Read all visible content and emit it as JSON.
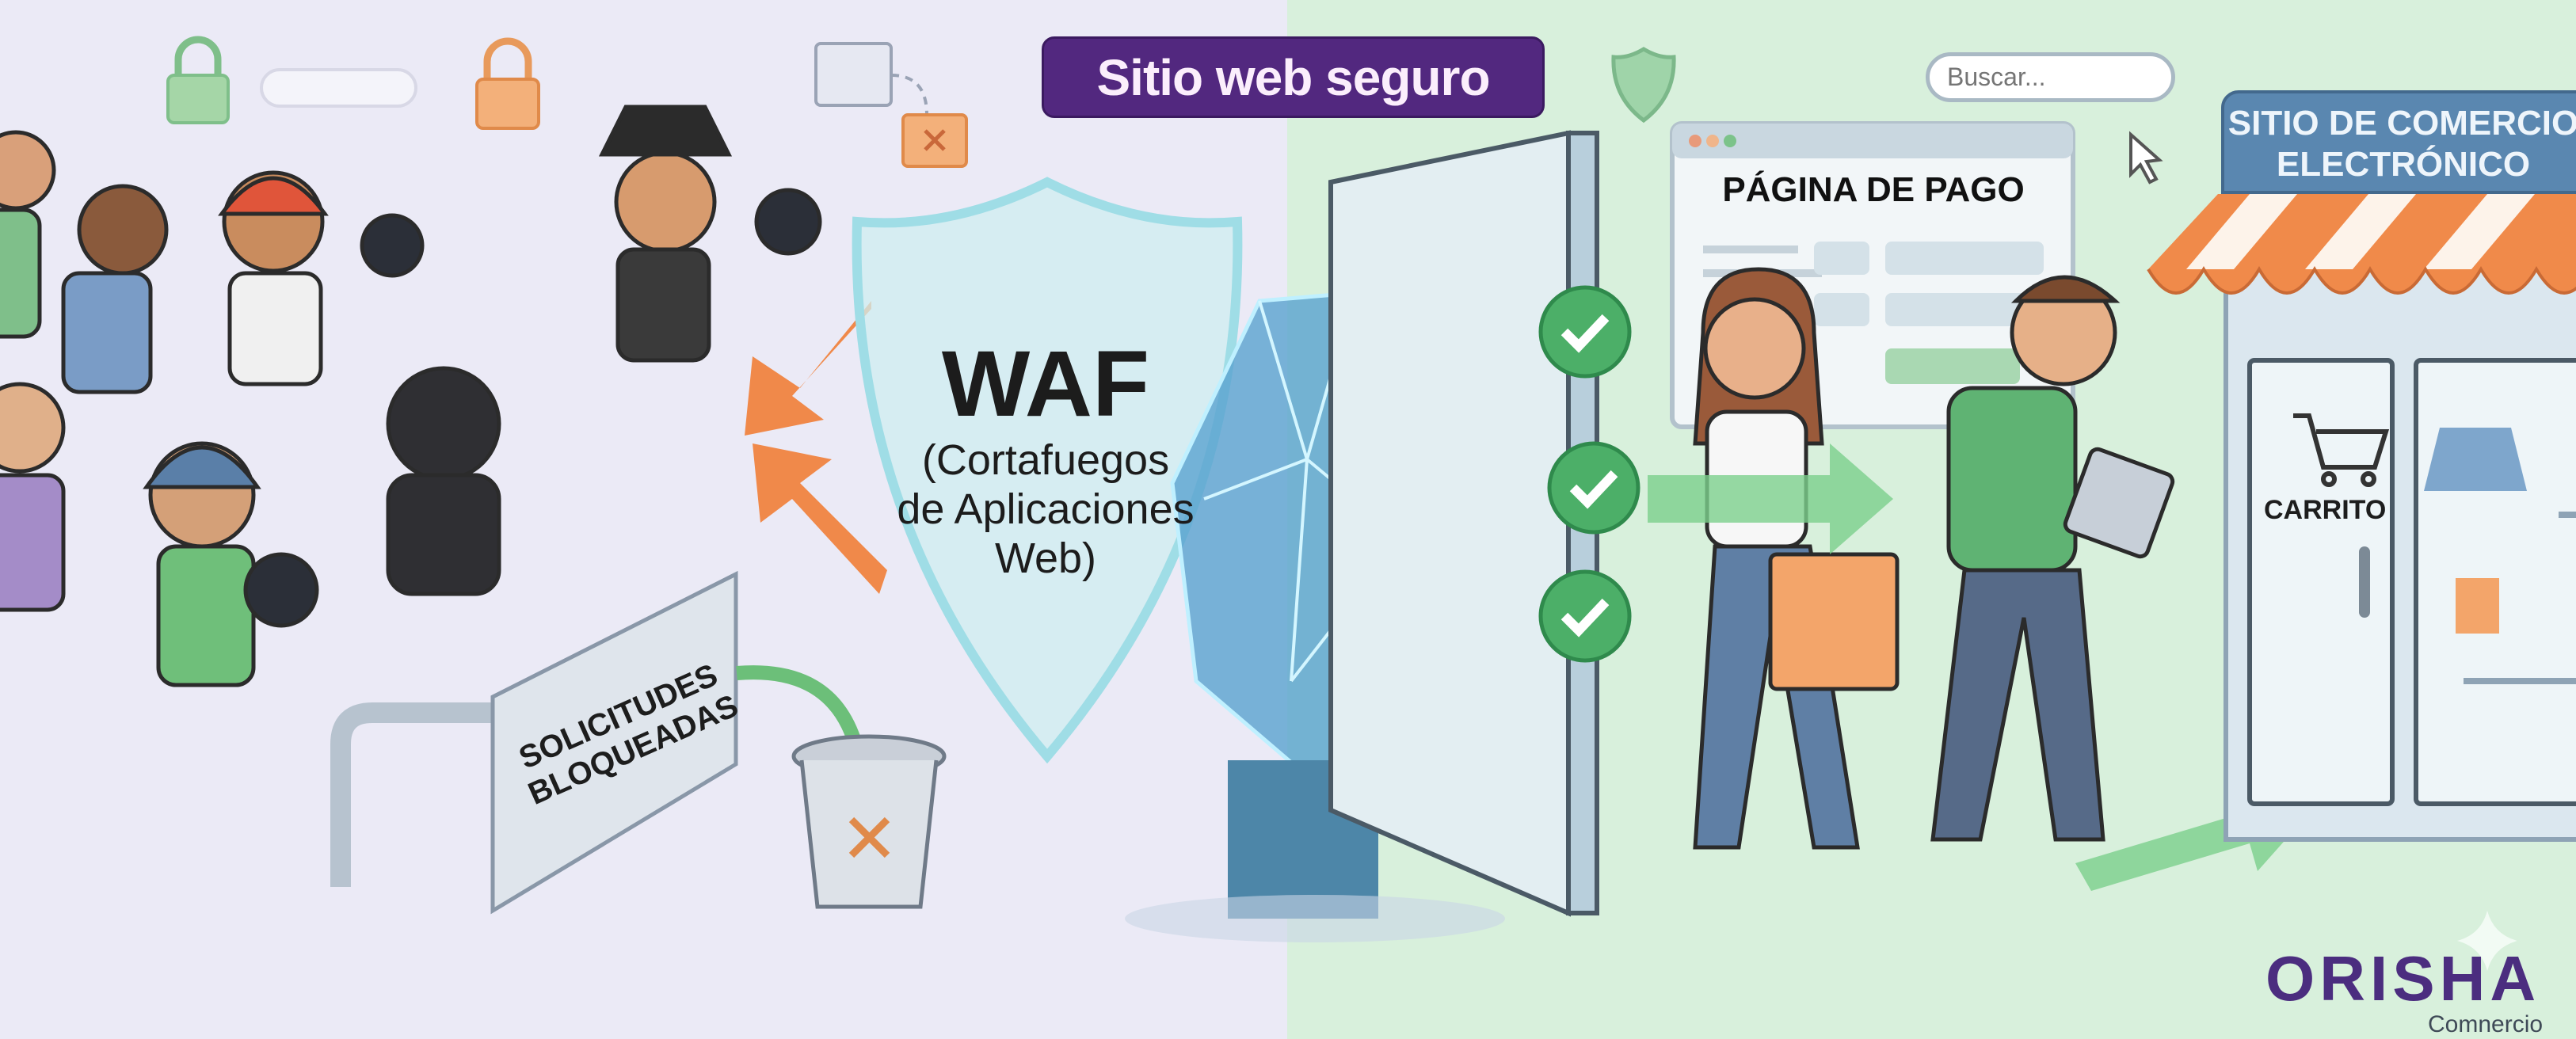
{
  "header": {
    "title": "Sitio web seguro"
  },
  "search": {
    "placeholder": "Buscar...",
    "icon": "search-icon"
  },
  "waf": {
    "title": "WAF",
    "subtitle_lines": [
      "(Cortafuegos",
      "de Aplicaciones",
      "Web)"
    ]
  },
  "blocked_sign": {
    "lines": [
      "SOLICITUDES",
      "BLOQUEADAS"
    ]
  },
  "payment_page": {
    "title": "PÁGINA DE PAGO"
  },
  "store": {
    "sign_lines": [
      "SITIO DE COMERCIO",
      "ELECTRÓNICO"
    ],
    "cart_label": "CARRITO"
  },
  "logo": {
    "name": "ORISHA",
    "tagline": "Comnercio"
  },
  "colors": {
    "left_bg": "#ebeaf6",
    "right_bg": "#d8f0dc",
    "title_bg": "#52287f",
    "store_sign": "#5a87b0",
    "check_green": "#4caf68",
    "threat_arrow": "#f0894a",
    "logo": "#4b2d7f"
  }
}
